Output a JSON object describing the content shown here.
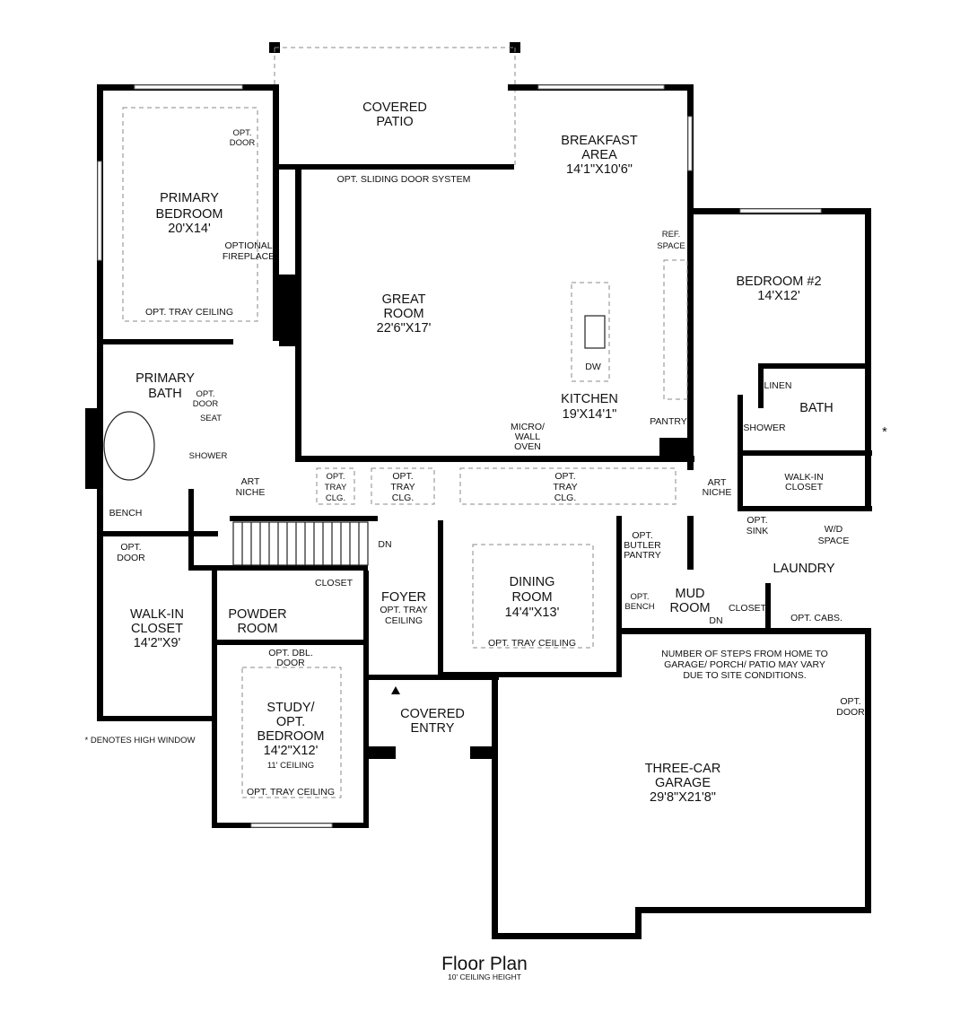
{
  "title": "Floor Plan",
  "subtitle": "10' CEILING HEIGHT",
  "note_high_window": "* DENOTES HIGH WINDOW",
  "asterisk": "*",
  "steps_note": [
    "NUMBER OF STEPS FROM HOME TO",
    "GARAGE/ PORCH/ PATIO MAY VARY",
    "DUE TO SITE CONDITIONS."
  ],
  "rooms": {
    "covered_patio": [
      "COVERED",
      "PATIO"
    ],
    "breakfast": [
      "BREAKFAST",
      "AREA",
      "14'1\"X10'6\""
    ],
    "primary_bedroom": [
      "PRIMARY",
      "BEDROOM",
      "20'X14'"
    ],
    "great_room": [
      "GREAT",
      "ROOM",
      "22'6\"X17'"
    ],
    "bedroom2": [
      "BEDROOM #2",
      "14'X12'"
    ],
    "kitchen": [
      "KITCHEN",
      "19'X14'1\""
    ],
    "primary_bath": [
      "PRIMARY",
      "BATH"
    ],
    "bath": "BATH",
    "walkin_closet_primary": [
      "WALK-IN",
      "CLOSET",
      "14'2\"X9'"
    ],
    "powder": [
      "POWDER",
      "ROOM"
    ],
    "foyer": [
      "FOYER",
      "OPT. TRAY",
      "CEILING"
    ],
    "dining": [
      "DINING",
      "ROOM",
      "14'4\"X13'"
    ],
    "mud": [
      "MUD",
      "ROOM"
    ],
    "laundry": "LAUNDRY",
    "study": [
      "STUDY/",
      "OPT.",
      "BEDROOM",
      "14'2\"X12'",
      "11' CEILING"
    ],
    "covered_entry": [
      "COVERED",
      "ENTRY"
    ],
    "garage": [
      "THREE-CAR",
      "GARAGE",
      "29'8\"X21'8\""
    ]
  },
  "labels": {
    "opt_door": [
      "OPT.",
      "DOOR"
    ],
    "optional_fireplace": [
      "OPTIONAL",
      "FIREPLACE"
    ],
    "opt_tray_ceiling": "OPT. TRAY CEILING",
    "opt_sliding_door": "OPT. SLIDING DOOR SYSTEM",
    "ref_space": [
      "REF.",
      "SPACE"
    ],
    "dw": "DW",
    "pantry": "PANTRY",
    "micro_wall_oven": [
      "MICRO/",
      "WALL",
      "OVEN"
    ],
    "linen": "LINEN",
    "shower": "SHOWER",
    "seat": "SEAT",
    "art_niche": [
      "ART",
      "NICHE"
    ],
    "opt_tray_clg": [
      "OPT.",
      "TRAY",
      "CLG."
    ],
    "walkin_closet": [
      "WALK-IN",
      "CLOSET"
    ],
    "bench": "BENCH",
    "dn": "DN",
    "closet": "CLOSET",
    "opt_butler_pantry": [
      "OPT.",
      "BUTLER",
      "PANTRY"
    ],
    "opt_sink": [
      "OPT.",
      "SINK"
    ],
    "wd_space": [
      "W/D",
      "SPACE"
    ],
    "opt_bench": [
      "OPT.",
      "BENCH"
    ],
    "opt_cabs": "OPT. CABS.",
    "opt_dbl_door": [
      "OPT. DBL.",
      "DOOR"
    ]
  }
}
